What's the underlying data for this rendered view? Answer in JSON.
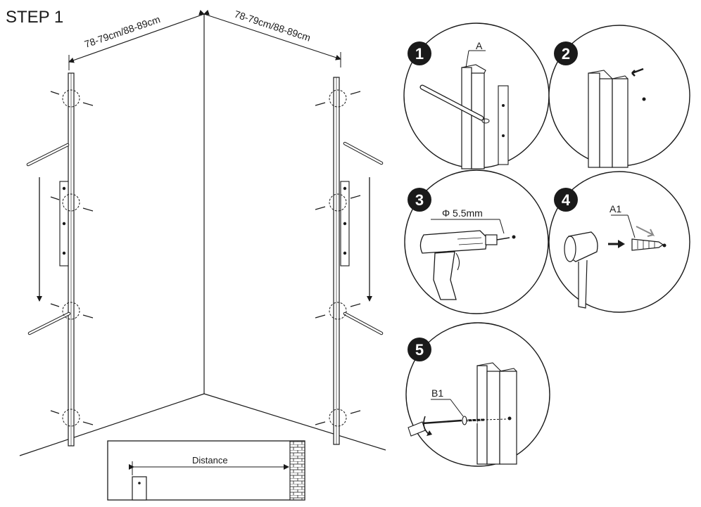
{
  "title": "STEP 1",
  "dimensions": {
    "left_wall_label": "78-79cm/88-89cm",
    "right_wall_label": "78-79cm/88-89cm"
  },
  "inset": {
    "distance_label": "Distance"
  },
  "details": [
    {
      "number": "1",
      "callout": "A"
    },
    {
      "number": "2",
      "callout": ""
    },
    {
      "number": "3",
      "callout": "Φ 5.5mm"
    },
    {
      "number": "4",
      "callout": "A1"
    },
    {
      "number": "5",
      "callout": "B1"
    }
  ]
}
